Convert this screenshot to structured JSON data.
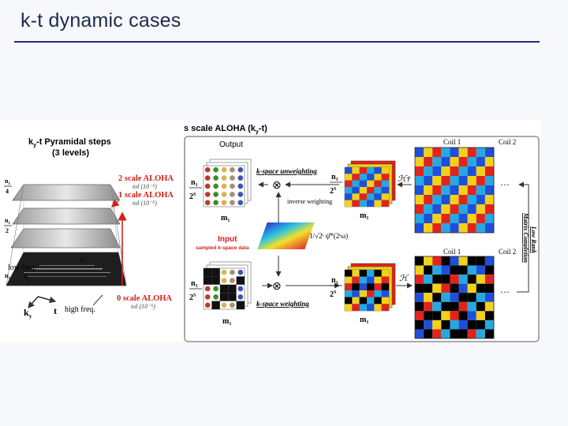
{
  "slide": {
    "title": "k-t dynamic cases"
  },
  "figure": {
    "left_panel": {
      "title_line1": "k",
      "title_sub": "y",
      "title_line1_rest": "-t Pyramidal steps",
      "title_line2": "(3 levels)",
      "levels": [
        {
          "label": "2 scale ALOHA",
          "tol": "tol (10⁻⁵)"
        },
        {
          "label": "1 scale ALOHA",
          "tol": "tol (10⁻⁵)"
        },
        {
          "label": "0 scale ALOHA",
          "tol": "tol (10⁻⁵)"
        }
      ],
      "n_frac_top": "n",
      "n_frac_top_den": "4",
      "n_frac_mid_den": "2",
      "m1_label": "m",
      "low_freq": "low freq.",
      "high_freq": "high freq.",
      "ky_label": "k",
      "ky_sub": "y",
      "t_label": "t"
    },
    "right_panel": {
      "title": "s scale ALOHA (k",
      "title_sub": "y",
      "title_end": "-t)",
      "output_label": "Output",
      "unweighting_label": "k-space unweighting",
      "weighting_label": "k-space weighting",
      "inverse_weighting": "inverse weighting",
      "input_label": "Input",
      "input_sub": "sampled k-space data",
      "formula": "1/√2ˢ ψ̂*(2ˢω)",
      "coil1": "Coil 1",
      "coil2": "Coil 2",
      "hankel_dagger": "ℋ†",
      "hankel": "ℋ",
      "low_rank_line1": "Low Rank",
      "low_rank_line2": "Matrix Completion",
      "n_label": "n",
      "two_s": "2",
      "s_sup": "S",
      "m_label": "m",
      "one": "1",
      "dots": "···",
      "otimes": "⊗"
    },
    "colors": {
      "red_label": "#d2201c",
      "mosaic": [
        "#1f4fd8",
        "#f2d11c",
        "#e0241c",
        "#27a8e0"
      ],
      "frame": "#555555"
    }
  }
}
